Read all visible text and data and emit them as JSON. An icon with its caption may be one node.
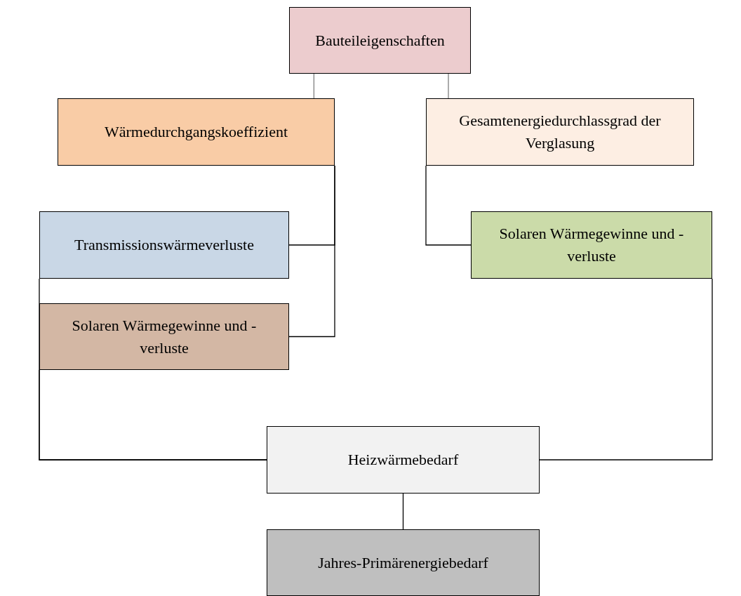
{
  "diagram": {
    "nodes": [
      {
        "text": [
          "Bauteileigenschaften"
        ]
      },
      {
        "text": [
          "Wärmedurchgangskoeffizient"
        ]
      },
      {
        "text": [
          "Gesamtenergiedurchlassgrad der Verglasung"
        ]
      },
      {
        "text": [
          "Transmissionswärmeverluste"
        ]
      },
      {
        "text": [
          "Solaren Wärmegewinne und -verluste"
        ]
      },
      {
        "text": [
          "Solaren Wärmegewinne und - verluste"
        ]
      },
      {
        "text": [
          "Heizwärmebedarf"
        ]
      },
      {
        "text": [
          "Jahres-Primärenergiebedarf"
        ]
      }
    ],
    "edges": [
      {
        "from": 0,
        "to": 1,
        "arrow": "none",
        "color": "#7f7f7f"
      },
      {
        "from": 0,
        "to": 2,
        "arrow": "none",
        "color": "#7f7f7f"
      },
      {
        "from": 1,
        "to": 3,
        "arrow": "none"
      },
      {
        "from": 1,
        "to": 5,
        "arrow": "none"
      },
      {
        "from": 2,
        "to": 4,
        "arrow": "none"
      },
      {
        "from": 3,
        "to": 6,
        "arrow": "none"
      },
      {
        "from": 5,
        "to": 6,
        "arrow": "none"
      },
      {
        "from": 4,
        "to": 6,
        "arrow": "none"
      },
      {
        "from": 6,
        "to": 7,
        "arrow": "none"
      }
    ]
  }
}
